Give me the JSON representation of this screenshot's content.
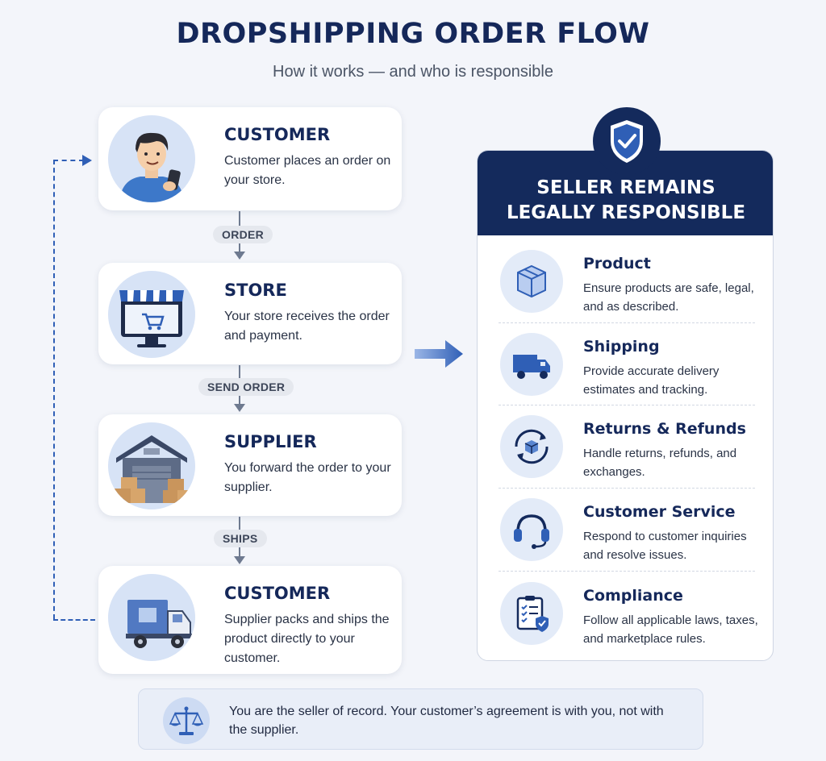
{
  "header": {
    "title": "DROPSHIPPING ORDER FLOW",
    "subtitle": "How it works — and who is responsible"
  },
  "flow": {
    "steps": [
      {
        "title": "CUSTOMER",
        "desc": "Customer places an order on your store.",
        "icon": "customer-phone-icon"
      },
      {
        "title": "STORE",
        "desc": "Your store receives the order and payment.",
        "icon": "store-monitor-icon"
      },
      {
        "title": "SUPPLIER",
        "desc": "You forward the order to your supplier.",
        "icon": "warehouse-icon"
      },
      {
        "title": "CUSTOMER",
        "desc": "Supplier packs and ships the product directly to your customer.",
        "icon": "delivery-truck-icon"
      }
    ],
    "connectors": [
      "ORDER",
      "SEND ORDER",
      "SHIPS"
    ]
  },
  "panel": {
    "heading_line1": "SELLER REMAINS",
    "heading_line2": "LEGALLY RESPONSIBLE",
    "badge_icon": "shield-check-icon",
    "items": [
      {
        "title": "Product",
        "desc": "Ensure products are safe, legal, and as described.",
        "icon": "box-icon"
      },
      {
        "title": "Shipping",
        "desc": "Provide accurate delivery estimates and tracking.",
        "icon": "truck-icon"
      },
      {
        "title": "Returns & Refunds",
        "desc": "Handle returns, refunds, and exchanges.",
        "icon": "return-cycle-icon"
      },
      {
        "title": "Customer Service",
        "desc": "Respond to customer inquiries and resolve issues.",
        "icon": "headset-icon"
      },
      {
        "title": "Compliance",
        "desc": "Follow all applicable laws, taxes, and marketplace rules.",
        "icon": "checklist-shield-icon"
      }
    ]
  },
  "note": {
    "text": "You are the seller of record. Your customer’s agreement is with you, not with the supplier.",
    "icon": "scales-icon"
  },
  "colors": {
    "navy": "#142a5c",
    "accent_blue": "#2f5fb6",
    "icon_bg": "#e3ebf8",
    "page_bg": "#f3f5fa"
  }
}
